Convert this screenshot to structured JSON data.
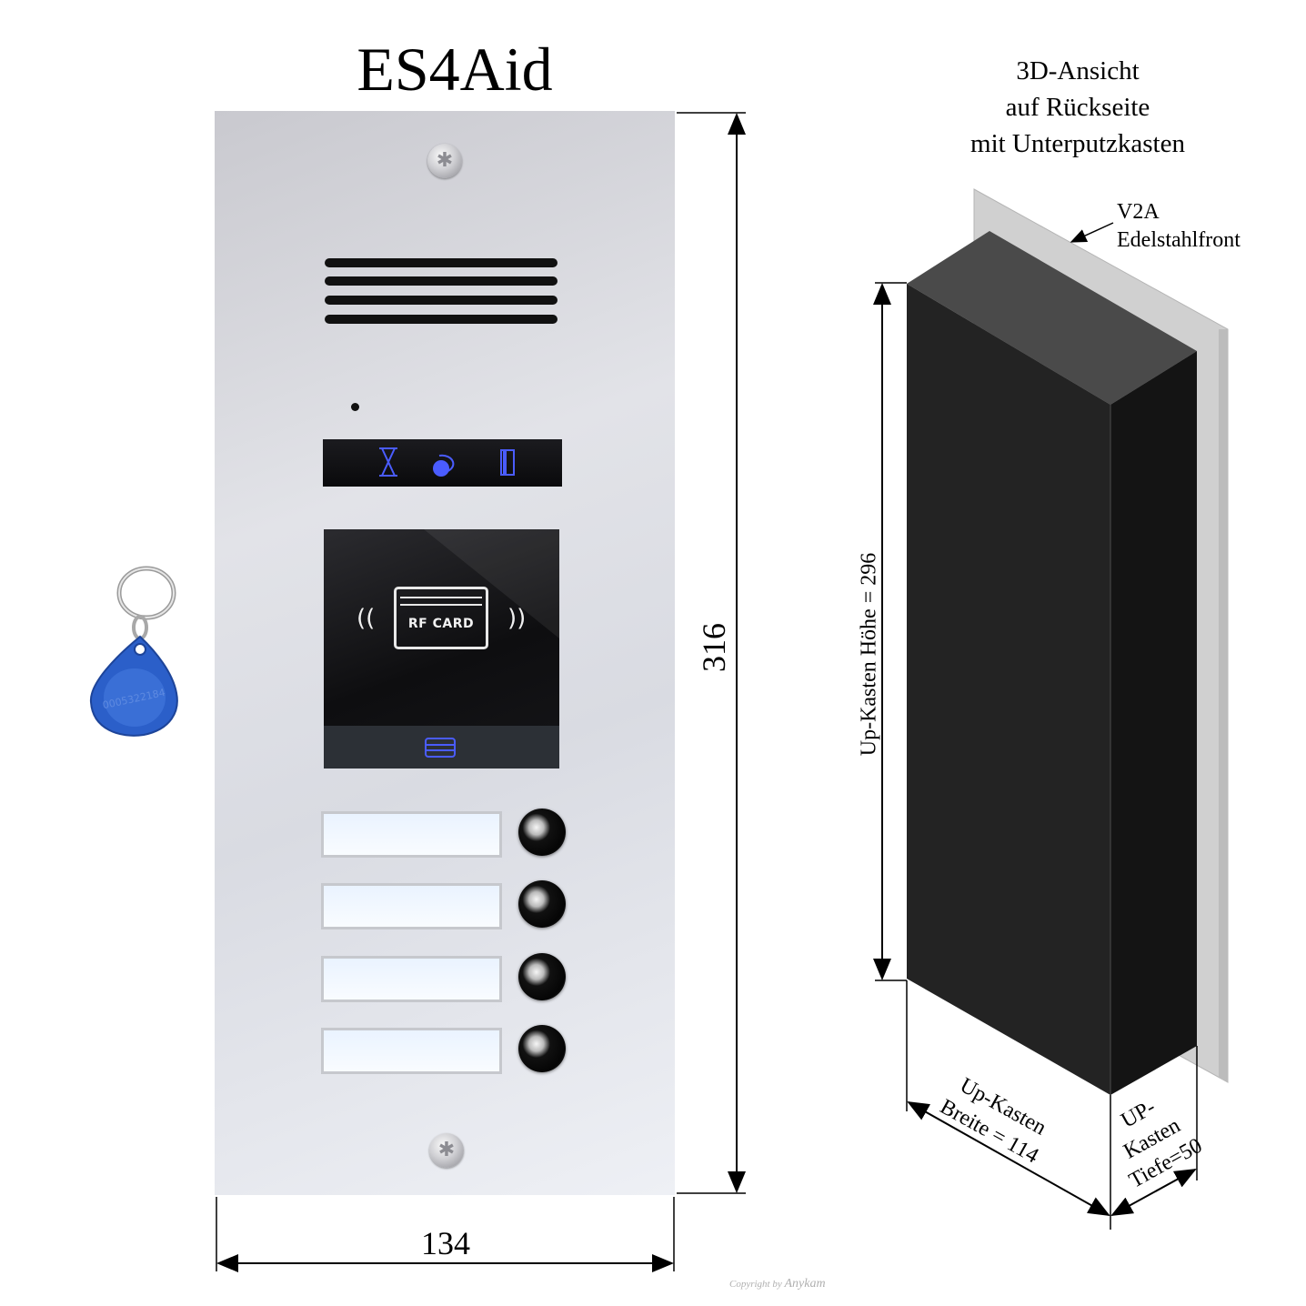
{
  "title": "ES4Aid",
  "view": {
    "lines": [
      "3D-Ansicht",
      "auf  Rückseite",
      "mit Unterputzkasten"
    ]
  },
  "callout": {
    "lines": [
      "V2A",
      "Edelstahlfront"
    ]
  },
  "dimensions": {
    "plate_height": "316",
    "plate_width": "134",
    "box_height": "Up-Kasten  Höhe = 296",
    "box_width": [
      "Up-Kasten",
      "Breite = 114"
    ],
    "box_depth": [
      "UP-",
      "Kasten",
      "Tiefe=50"
    ]
  },
  "rf_reader": {
    "label": "RF CARD"
  },
  "keyfob": {
    "serial": "0005322184"
  },
  "status_icons": [
    "hourglass-icon",
    "chat-bubble-icon",
    "door-icon"
  ],
  "bell_buttons": 4,
  "colors": {
    "plate": "#dcdee4",
    "panel_dark": "#0e0e10",
    "icon_blue": "#4a5cff",
    "keyfob_blue": "#2b5fc9",
    "box_dark": "#1b1b1b",
    "frame_grey": "#cdcdcd"
  },
  "copyright": {
    "prefix": "Copyright by",
    "brand": "Anykam"
  }
}
